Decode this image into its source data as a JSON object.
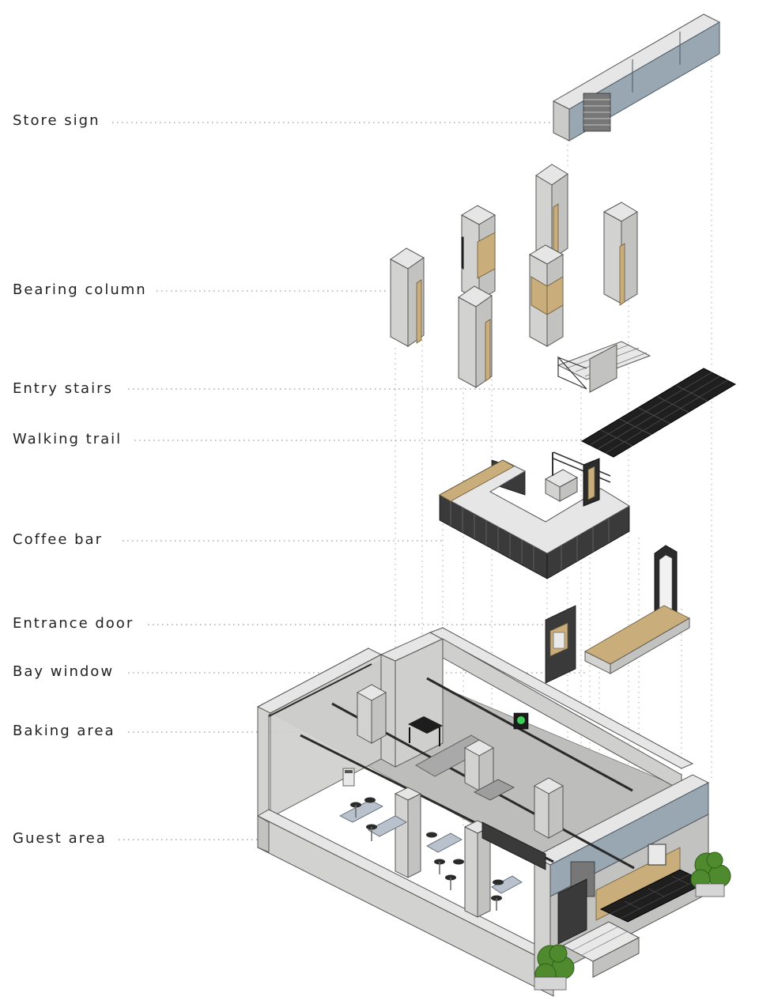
{
  "labels": {
    "store_sign": "Store sign",
    "bearing_column": "Bearing column",
    "entry_stairs": "Entry stairs",
    "walking_trail": "Walking trail",
    "coffee_bar": "Coffee bar",
    "entrance_door": "Entrance door",
    "bay_window": "Bay window",
    "baking_area": "Baking area",
    "guest_area": "Guest area"
  },
  "colors": {
    "concrete": "#d2d2d0",
    "wood": "#c9ad7a",
    "dark_metal": "#2b2b2b",
    "glass": "#98a7b1",
    "greenery": "#4f8a2e"
  }
}
